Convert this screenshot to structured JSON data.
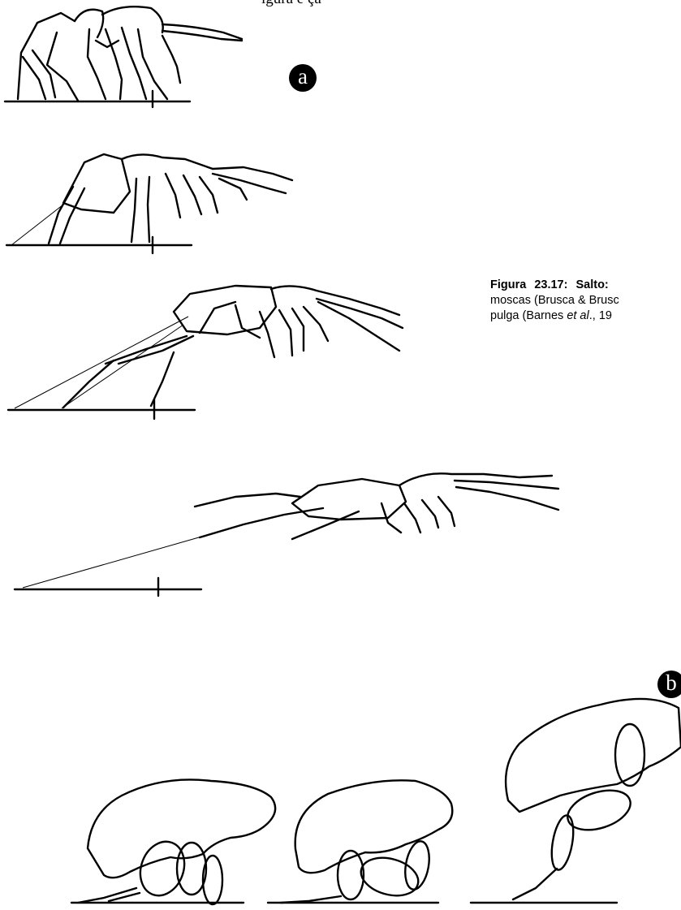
{
  "header_fragment": "igura e ça",
  "panel_labels": {
    "a": "a",
    "b": "b"
  },
  "caption": {
    "label": "Figura 23.17: Salto:",
    "line2_pre": "moscas (Brusca & Brusc",
    "line3_pre": "pulga (Barnes ",
    "line3_italic": "et al",
    "line3_post": "., 19"
  },
  "colors": {
    "ink": "#000000",
    "paper": "#ffffff"
  }
}
